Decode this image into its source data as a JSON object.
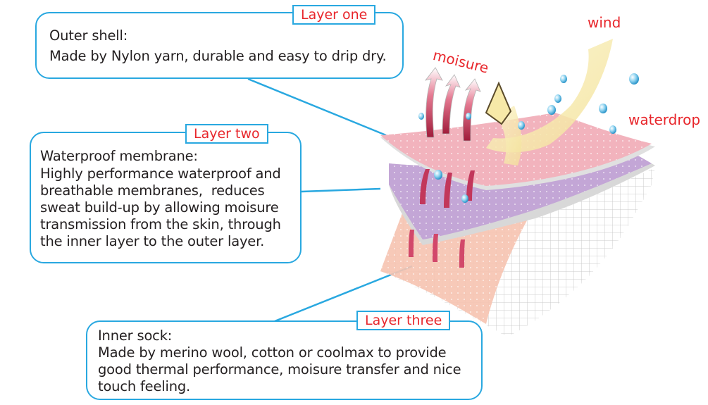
{
  "layers": [
    {
      "tag": "Layer one",
      "heading": "Outer shell:",
      "lines": [
        "Made by Nylon yarn, durable and easy to drip dry."
      ]
    },
    {
      "tag": "Layer two",
      "heading": "Waterproof membrane:",
      "lines": [
        "Highly performance waterproof and",
        "breathable membranes,  reduces",
        "sweat build-up by allowing moisure",
        "transmission from the skin, through",
        "the inner layer to the outer layer."
      ]
    },
    {
      "tag": "Layer three",
      "heading": "Inner sock:",
      "lines": [
        "Made by merino wool, cotton or coolmax to provide",
        "good thermal performance, moisure transfer and nice",
        "touch feeling."
      ]
    }
  ],
  "labels": {
    "wind": "wind",
    "moisture": "moisure",
    "waterdrop": "waterdrop"
  },
  "colors": {
    "accent": "#29a8e0",
    "label": "#e8262b",
    "outer_layer": "#f2b3bd",
    "membrane": "#c3a6d6",
    "inner_layer": "#f6c3b0"
  }
}
